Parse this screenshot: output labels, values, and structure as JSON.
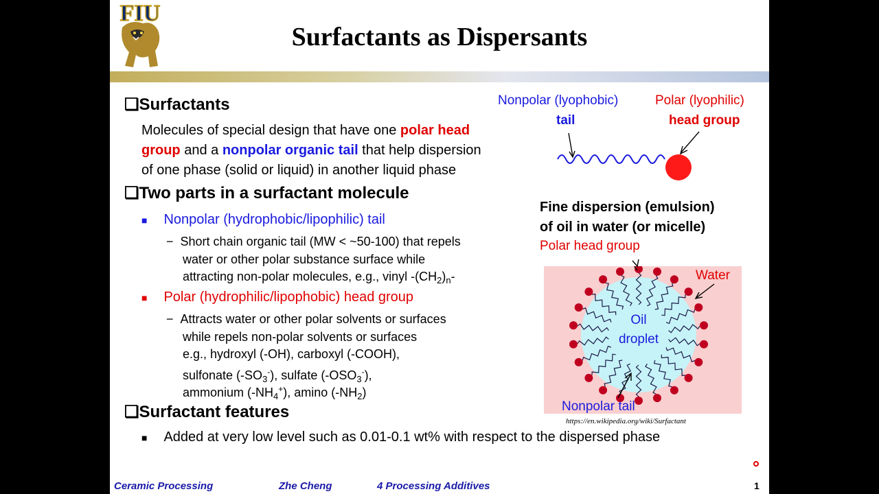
{
  "title": "Surfactants as Dispersants",
  "bullets": {
    "surfactants_heading": "Surfactants",
    "def_part1": "Molecules of special design that have one ",
    "def_polar": "polar head",
    "def_polar2": "group",
    "def_and": " and a ",
    "def_nonpolar": "nonpolar organic tail",
    "def_part2": " that help dispersion",
    "def_part3": "of one phase (solid or liquid) in another liquid phase",
    "two_parts_heading": "Two parts in a surfactant molecule",
    "nonpolar_item": "Nonpolar (hydrophobic/lipophilic) tail",
    "nonpolar_desc1": "Short chain organic tail (MW < ~50-100) that repels",
    "nonpolar_desc2": "water or other polar substance surface while",
    "nonpolar_desc3a": "attracting non-polar molecules, e.g., vinyl -(CH",
    "nonpolar_desc3_sub1": "2",
    "nonpolar_desc3b": ")",
    "nonpolar_desc3_sub2": "n",
    "nonpolar_desc3c": "-",
    "polar_item": "Polar (hydrophilic/lipophobic) head group",
    "polar_desc1": "Attracts water or other polar solvents or surfaces",
    "polar_desc2": "while repels non-polar solvents or surfaces",
    "polar_desc3": "e.g., hydroxyl (-OH), carboxyl (-COOH),",
    "polar_desc4a": "sulfonate (-SO",
    "polar_desc4_sub1": "3",
    "polar_desc4_sup1": "-",
    "polar_desc4b": "), sulfate (-OSO",
    "polar_desc4_sub2": "3",
    "polar_desc4_sup2": "-",
    "polar_desc4c": "),",
    "polar_desc5a": "ammonium (-NH",
    "polar_desc5_sub": "4",
    "polar_desc5_sup": "+",
    "polar_desc5b": "), amino (-NH",
    "polar_desc5_sub2": "2",
    "polar_desc5c": ")",
    "features_heading": "Surfactant features",
    "features_item": "Added at very low level such as 0.01-0.1 wt% with respect to the dispersed phase"
  },
  "diagram_molecule": {
    "nonpolar_label1": "Nonpolar (lyophobic)",
    "nonpolar_label2": "tail",
    "polar_label1": "Polar (lyophilic)",
    "polar_label2": "head group"
  },
  "diagram_micelle": {
    "heading1": "Fine dispersion (emulsion)",
    "heading2": "of oil in water (or micelle)",
    "polar_head_label": "Polar head group",
    "water_label": "Water",
    "oil_label1": "Oil",
    "oil_label2": "droplet",
    "nonpolar_tail_label": "Nonpolar tail",
    "source": "https://en.wikipedia.org/wiki/Surfactant"
  },
  "logo_text": "FIU",
  "footer": {
    "course": "Ceramic Processing",
    "author": "Zhe Cheng",
    "topic": "4  Processing Additives",
    "page": "1"
  },
  "colors": {
    "red": "#e00000",
    "blue": "#1a1adf",
    "footer_blue": "#1a1aa8",
    "water_bg": "#f9cfcf",
    "oil_bg": "#c6f3f7",
    "head_dot": "#c0001f"
  }
}
